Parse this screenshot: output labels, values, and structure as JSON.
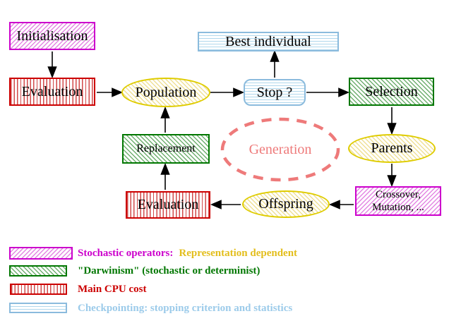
{
  "diagram": {
    "nodes": {
      "initialisation": "Initialisation",
      "evaluation_top": "Evaluation",
      "population": "Population",
      "stop": "Stop ?",
      "best_individual": "Best individual",
      "selection": "Selection",
      "parents": "Parents",
      "crossover_line1": "Crossover,",
      "crossover_line2": "Mutation, ...",
      "offspring": "Offspring",
      "evaluation_bottom": "Evaluation",
      "replacement": "Replacement",
      "generation": "Generation"
    },
    "legend": {
      "stochastic_label": "Stochastic operators:",
      "stochastic_sub": "Representation dependent",
      "darwinism_label": "\"Darwinism\" (stochastic or determinist)",
      "cpu_label": "Main CPU cost",
      "checkpoint_label": "Checkpointing: stopping criterion and statistics"
    },
    "colors": {
      "magenta": "#CC00CC",
      "green": "#007700",
      "red": "#CC0000",
      "cyan_border": "#8BBBDD",
      "cyan_text": "#9CCBEA",
      "yellow_border": "#DFCC00",
      "gold_text": "#E3BE1C",
      "salmon": "#EE7A7A",
      "arrow": "#000000"
    }
  }
}
